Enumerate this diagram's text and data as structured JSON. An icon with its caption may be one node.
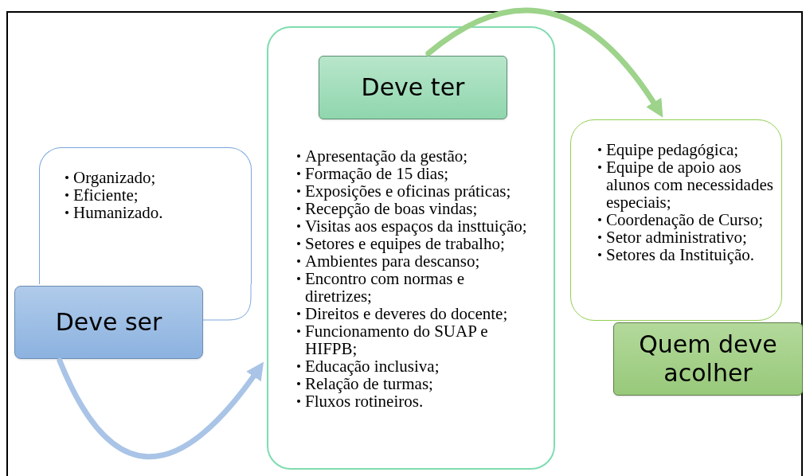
{
  "diagram": {
    "nodes": [
      {
        "text": [
          "Organizado;",
          "Eficiente;",
          "Humanizado."
        ]
      },
      {
        "text": [
          "Deve ser"
        ]
      },
      {
        "text": [
          "Apresentação da gestão;",
          "Formação de 15 dias;",
          "Exposições e oficinas práticas;",
          "Recepção de boas vindas;",
          "Visitas aos espaços da insttuição;",
          "Setores e equipes de trabalho;",
          "Ambientes para descanso;",
          "Encontro com normas e diretrizes;",
          "Direitos e deveres do docente;",
          "Funcionamento do SUAP e HIFPB;",
          "Educação inclusiva;",
          "Relação de turmas;",
          "Fluxos rotineiros."
        ]
      },
      {
        "text": [
          "Deve ter"
        ],
        "in": 2
      },
      {
        "text": [
          "Equipe pedagógica;",
          "Equipe de apoio aos alunos com necessidades especiais;",
          "Coordenação de Curso;",
          "Setor administrativo;",
          "Setores da Instituição."
        ]
      },
      {
        "text": [
          "Quem deve acolher"
        ]
      }
    ],
    "edges": [
      {
        "from": 1,
        "to": 2,
        "arrow": "to",
        "color": "#a9c4e6"
      },
      {
        "from": 3,
        "to": 4,
        "arrow": "to",
        "color": "#9dd38a"
      }
    ]
  }
}
